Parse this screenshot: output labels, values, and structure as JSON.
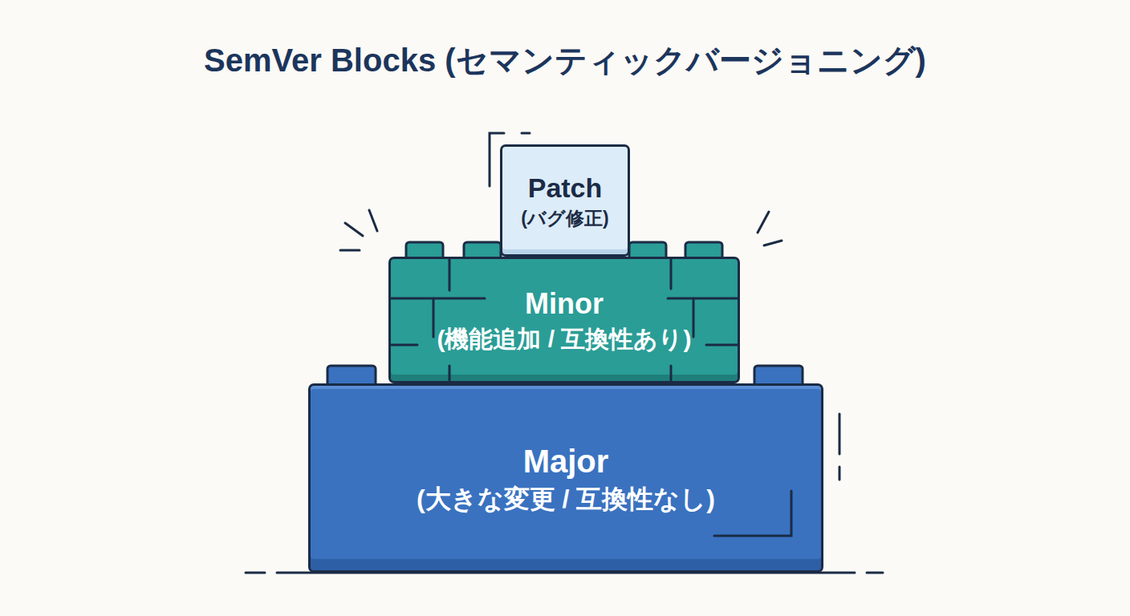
{
  "diagram": {
    "title": "SemVer Blocks (セマンティックバージョニング)",
    "nodes": [
      {
        "text": [
          "Patch",
          "(バグ修正)"
        ]
      },
      {
        "text": [
          "Minor",
          "(機能追加 / 互換性あり)"
        ]
      },
      {
        "text": [
          "Major",
          "(大きな変更 / 互換性なし)"
        ]
      }
    ]
  }
}
